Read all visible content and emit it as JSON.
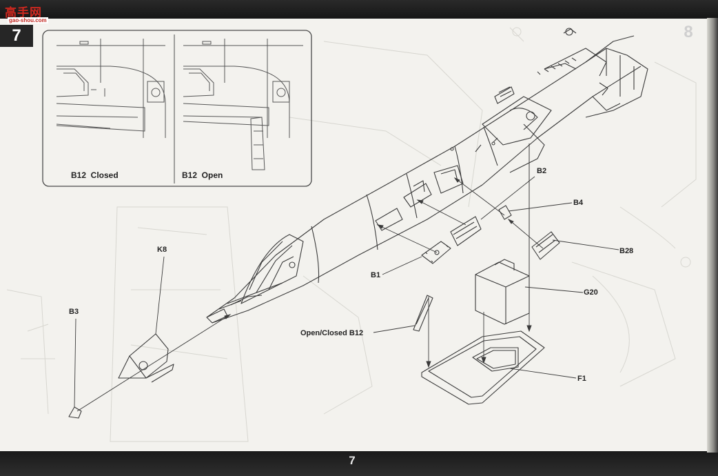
{
  "header": {
    "logo_text": "高手网",
    "logo_sub": "gao-shou.com",
    "step_number": "7",
    "next_step_number": "8"
  },
  "inset": {
    "left_caption": "B12  Closed",
    "right_caption": "B12  Open"
  },
  "callouts": {
    "k8": "K8",
    "b3": "B3",
    "b2": "B2",
    "b4": "B4",
    "b28": "B28",
    "b1": "B1",
    "g20": "G20",
    "open_closed_b12": "Open/Closed B12",
    "f1": "F1"
  },
  "footer": {
    "page_number": "7"
  },
  "colors": {
    "paper": "#f3f2ee",
    "ink": "#3a3a3a",
    "band": "#1f1f1f",
    "logo_red": "#d0281f"
  }
}
